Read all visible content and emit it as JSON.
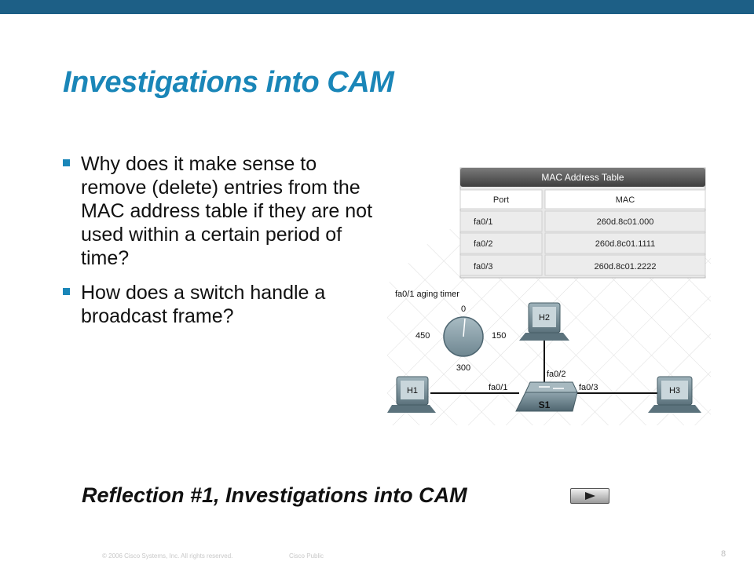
{
  "slide": {
    "title": "Investigations into CAM",
    "bullets": [
      "Why does it make sense to remove (delete) entries from the MAC address table if they are not used within a certain period of time?",
      "How does a switch handle a broadcast frame?"
    ],
    "reflection_link": "Reflection #1, Investigations into CAM",
    "footer": {
      "copyright": "© 2006 Cisco Systems, Inc. All rights reserved.",
      "classification": "Cisco Public",
      "page_number": "8"
    },
    "colors": {
      "top_bar": "#1d5f86",
      "title": "#1a86b8",
      "bullet": "#1a86b8"
    }
  },
  "diagram": {
    "table": {
      "title": "MAC Address Table",
      "headers": [
        "Port",
        "MAC"
      ],
      "rows": [
        [
          "fa0/1",
          "260d.8c01.000"
        ],
        [
          "fa0/2",
          "260d.8c01.1111"
        ],
        [
          "fa0/3",
          "260d.8c01.2222"
        ]
      ]
    },
    "timer": {
      "label": "fa0/1 aging timer",
      "marks": [
        "0",
        "150",
        "300",
        "450"
      ]
    },
    "hosts": [
      "H1",
      "H2",
      "H3"
    ],
    "switch": "S1",
    "ports": [
      "fa0/1",
      "fa0/2",
      "fa0/3"
    ]
  }
}
